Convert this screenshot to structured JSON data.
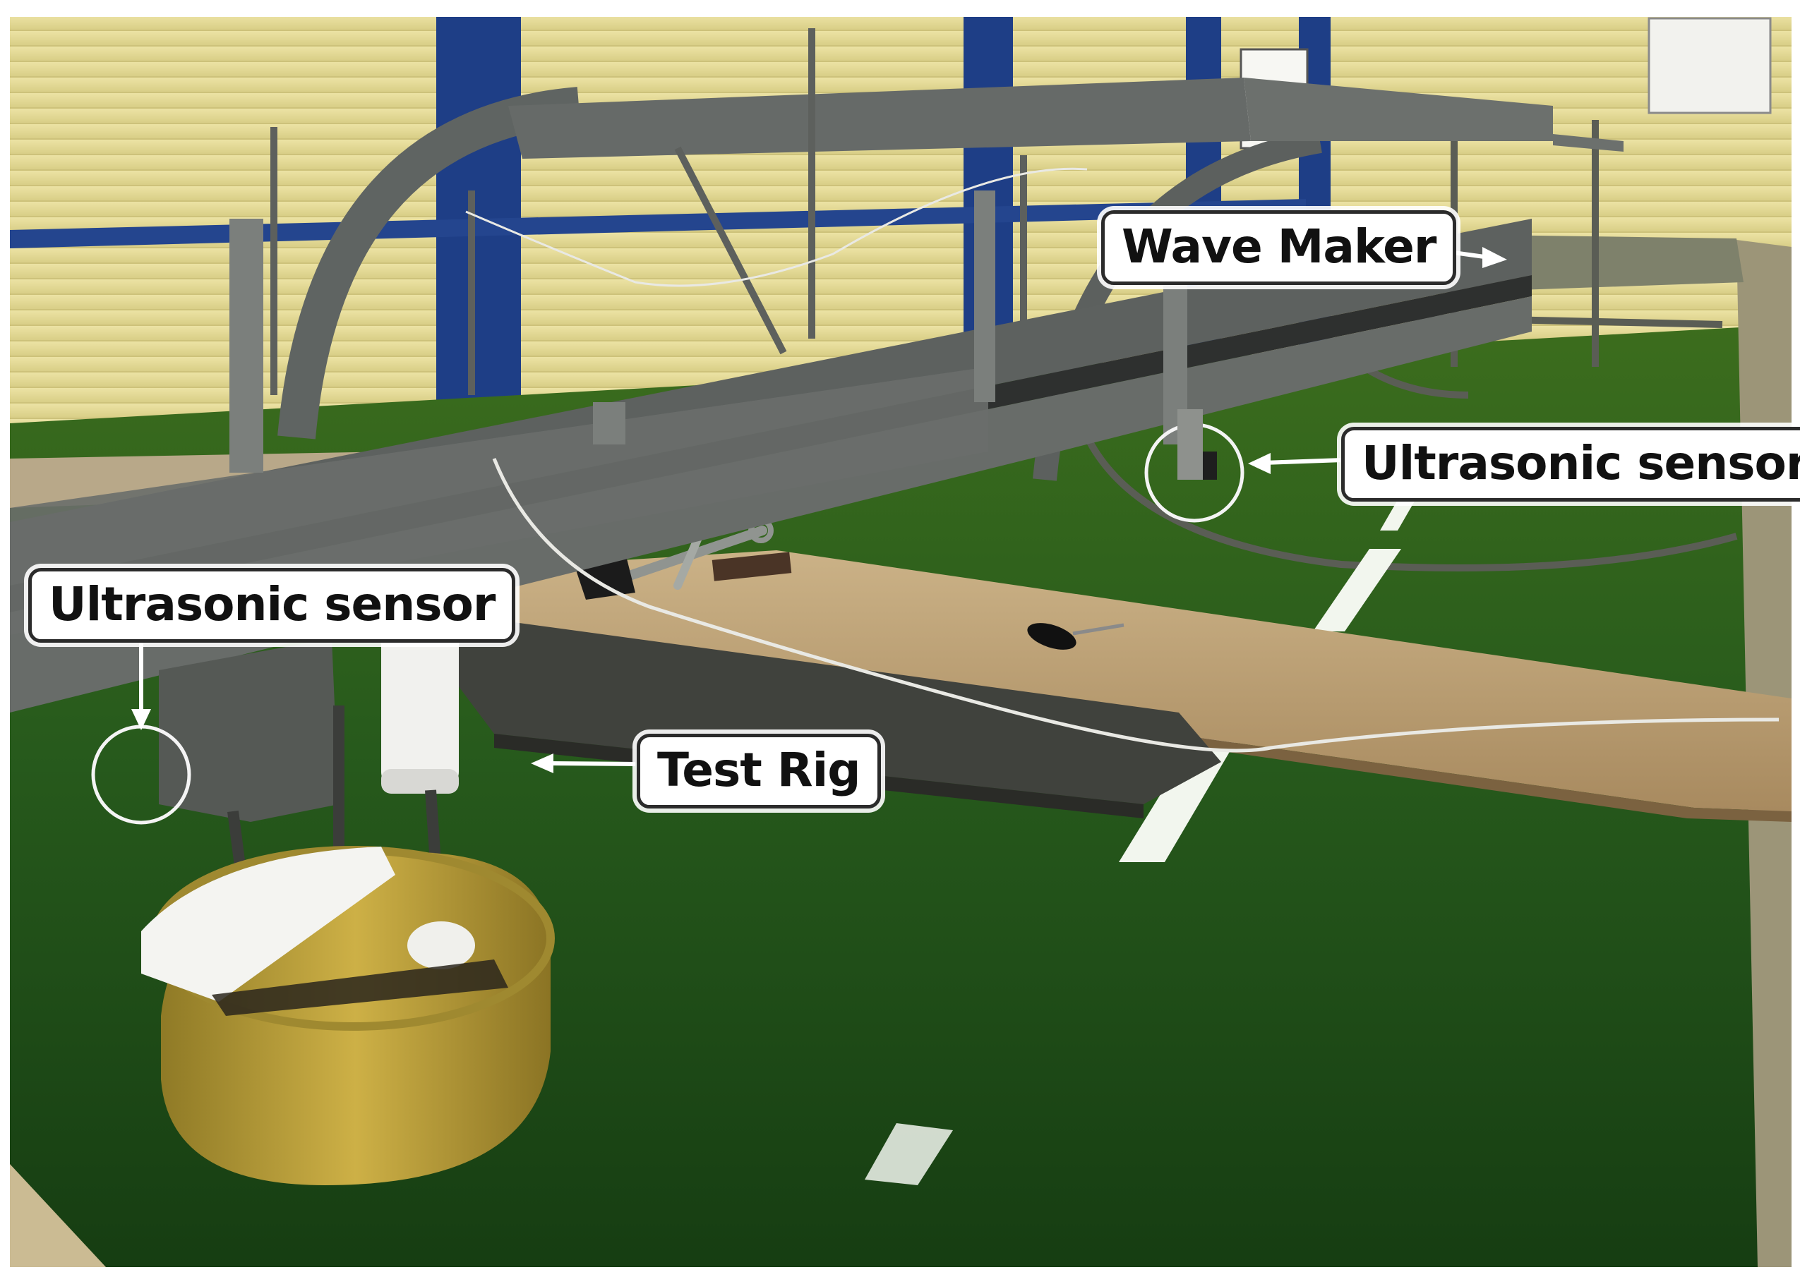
{
  "annotations": {
    "wave_maker": "Wave Maker",
    "ultrasonic_sensor_right": "Ultrasonic sensor",
    "ultrasonic_sensor_left": "Ultrasonic sensor",
    "test_rig": "Test Rig"
  },
  "colors": {
    "wall": "#e6dc9a",
    "column_blue": "#1e3e86",
    "water": "#21521a",
    "steel": "#5f6462",
    "plank": "#b99c72",
    "float_yellow": "#c2a53a"
  }
}
